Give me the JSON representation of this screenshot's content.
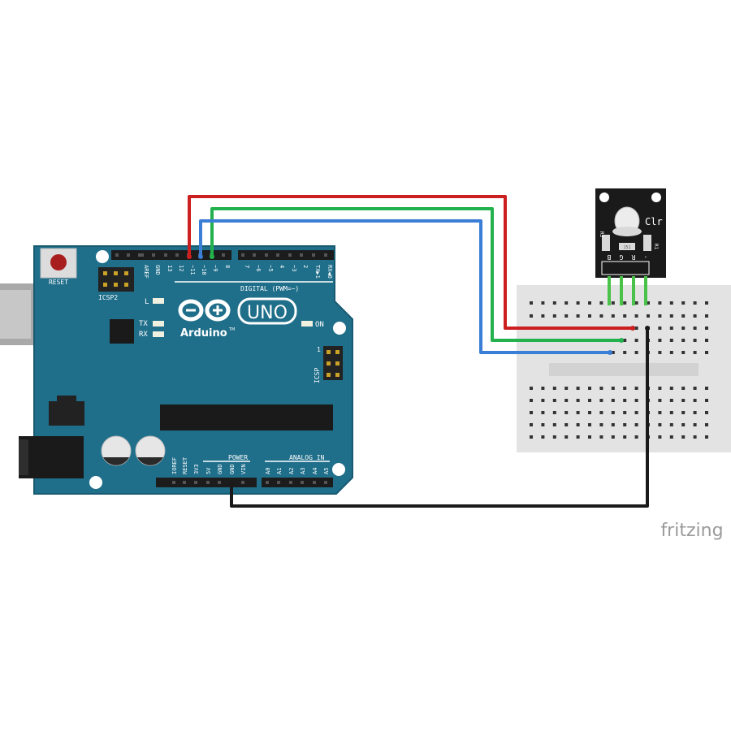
{
  "board": {
    "reset_label": "RESET",
    "icsp2_label": "ICSP2",
    "icsp_label": "ICSP",
    "icsp_pin1": "1",
    "led_l": "L",
    "led_tx": "TX",
    "led_rx": "RX",
    "led_on": "ON",
    "model": "UNO",
    "brand": "Arduino",
    "trademark": "TM",
    "digital_label": "DIGITAL (PWM=~)",
    "power_label": "POWER",
    "analog_label": "ANALOG IN",
    "digital_pins": [
      "AREF",
      "GND",
      "13",
      "12",
      "~11",
      "~10",
      "~9",
      "8",
      "7",
      "~6",
      "~5",
      "4",
      "~3",
      "2",
      "TX▶1",
      "RX◀0"
    ],
    "power_pins": [
      "IOREF",
      "RESET",
      "3V3",
      "5V",
      "GND",
      "GND",
      "VIN"
    ],
    "analog_pins": [
      "A0",
      "A1",
      "A2",
      "A3",
      "A4",
      "A5"
    ]
  },
  "module": {
    "label": "Clr",
    "r1": "R1",
    "r3": "R3",
    "res_code": "151",
    "pin_labels": [
      "B",
      "G",
      "R",
      "-"
    ]
  },
  "wires": [
    {
      "name": "red-wire",
      "color": "#cc1f1f",
      "from": "~11",
      "to": "R"
    },
    {
      "name": "green-wire",
      "color": "#22b14c",
      "from": "~9",
      "to": "G"
    },
    {
      "name": "blue-wire",
      "color": "#3a7fd5",
      "from": "~10",
      "to": "B"
    },
    {
      "name": "black-wire",
      "color": "#1a1a1a",
      "from": "GND",
      "to": "-"
    }
  ],
  "colors": {
    "board": "#1f6e8a",
    "board_edge": "#175a72",
    "breadboard": "#e3e3e3"
  },
  "watermark": "fritzing"
}
